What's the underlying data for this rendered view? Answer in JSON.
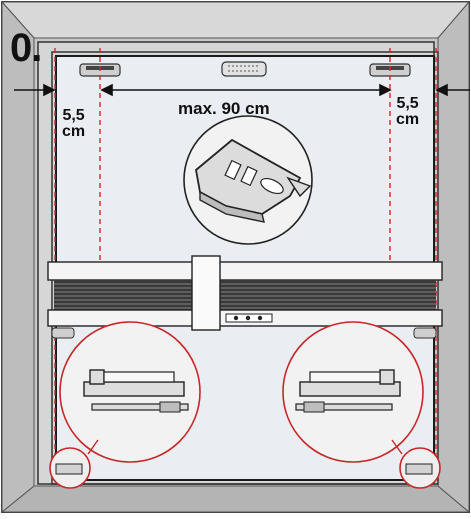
{
  "step_number": "0.",
  "dimensions": {
    "max_width": "max. 90 cm",
    "left_margin_value": "5,5",
    "left_margin_unit": "cm",
    "right_margin_value": "5,5",
    "right_margin_unit": "cm"
  },
  "colors": {
    "frame": "#c8c8c8",
    "frame_shadow": "#8a8a8a",
    "glass": "#e4e8ee",
    "guide_red": "#d22a2a",
    "outline": "#222222",
    "rail": "#f4f4f4",
    "pleat": "#3a3a3a"
  },
  "icons": {
    "bracket": "mounting-bracket-icon",
    "clip": "corner-clip-icon"
  }
}
